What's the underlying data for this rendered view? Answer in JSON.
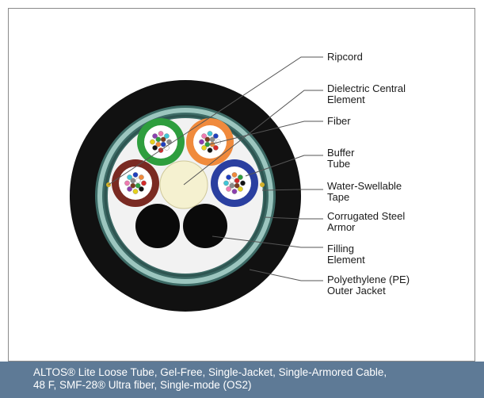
{
  "labels": [
    {
      "id": "ripcord",
      "text": "Ripcord"
    },
    {
      "id": "dielectric",
      "text": "Dielectric Central\nElement"
    },
    {
      "id": "fiber",
      "text": "Fiber"
    },
    {
      "id": "buffer",
      "text": "Buffer\nTube"
    },
    {
      "id": "tape",
      "text": "Water-Swellable\nTape"
    },
    {
      "id": "armor",
      "text": "Corrugated Steel\nArmor"
    },
    {
      "id": "filling",
      "text": "Filling\nElement"
    },
    {
      "id": "jacket",
      "text": "Polyethylene (PE)\nOuter Jacket"
    }
  ],
  "caption": {
    "line1": "ALTOS® Lite Loose Tube, Gel-Free, Single-Jacket, Single-Armored Cable,",
    "line2": "48 F, SMF-28® Ultra fiber, Single-mode (OS2)"
  },
  "colors": {
    "jacket": "#111111",
    "armor": "#3d6b66",
    "armor_highlight": "#9cc6bf",
    "tape": "#f2f2f2",
    "tube_green": "#2e9e3e",
    "tube_orange": "#f08a3c",
    "tube_brown": "#7a2a22",
    "tube_blue": "#2a3fa0",
    "central_element": "#f5f1d0",
    "filler": "#0a0a0a",
    "caption_bg": "#5e7a96"
  }
}
